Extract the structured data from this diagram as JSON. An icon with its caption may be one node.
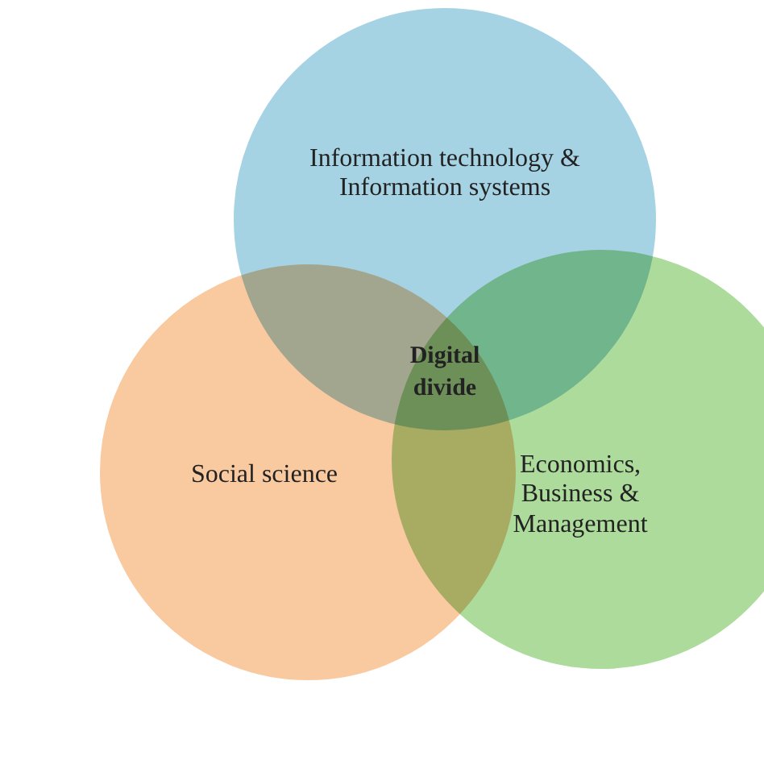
{
  "diagram": {
    "nodes": [
      {
        "text": [
          "Information technology & Information systems"
        ]
      },
      {
        "text": [
          "Social science"
        ]
      },
      {
        "text": [
          "Economics, Business & Management"
        ]
      }
    ],
    "labels": [
      "Digital divide"
    ]
  }
}
